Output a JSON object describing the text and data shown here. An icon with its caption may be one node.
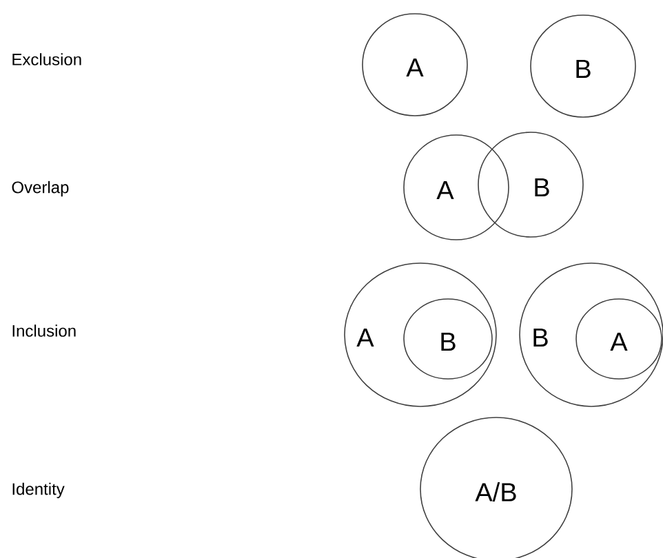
{
  "diagram": {
    "nodes": [
      {
        "text": [
          "A"
        ]
      },
      {
        "text": [
          "B"
        ]
      },
      {
        "text": [
          "A"
        ]
      },
      {
        "text": [
          "B"
        ]
      },
      {
        "text": [
          "A"
        ]
      },
      {
        "text": [
          "B"
        ],
        "in": 4
      },
      {
        "text": [
          "B"
        ]
      },
      {
        "text": [
          "A"
        ],
        "in": 6
      },
      {
        "text": [
          "A/B"
        ]
      }
    ],
    "labels": [
      "Exclusion",
      "Overlap",
      "Inclusion",
      "Identity"
    ]
  }
}
